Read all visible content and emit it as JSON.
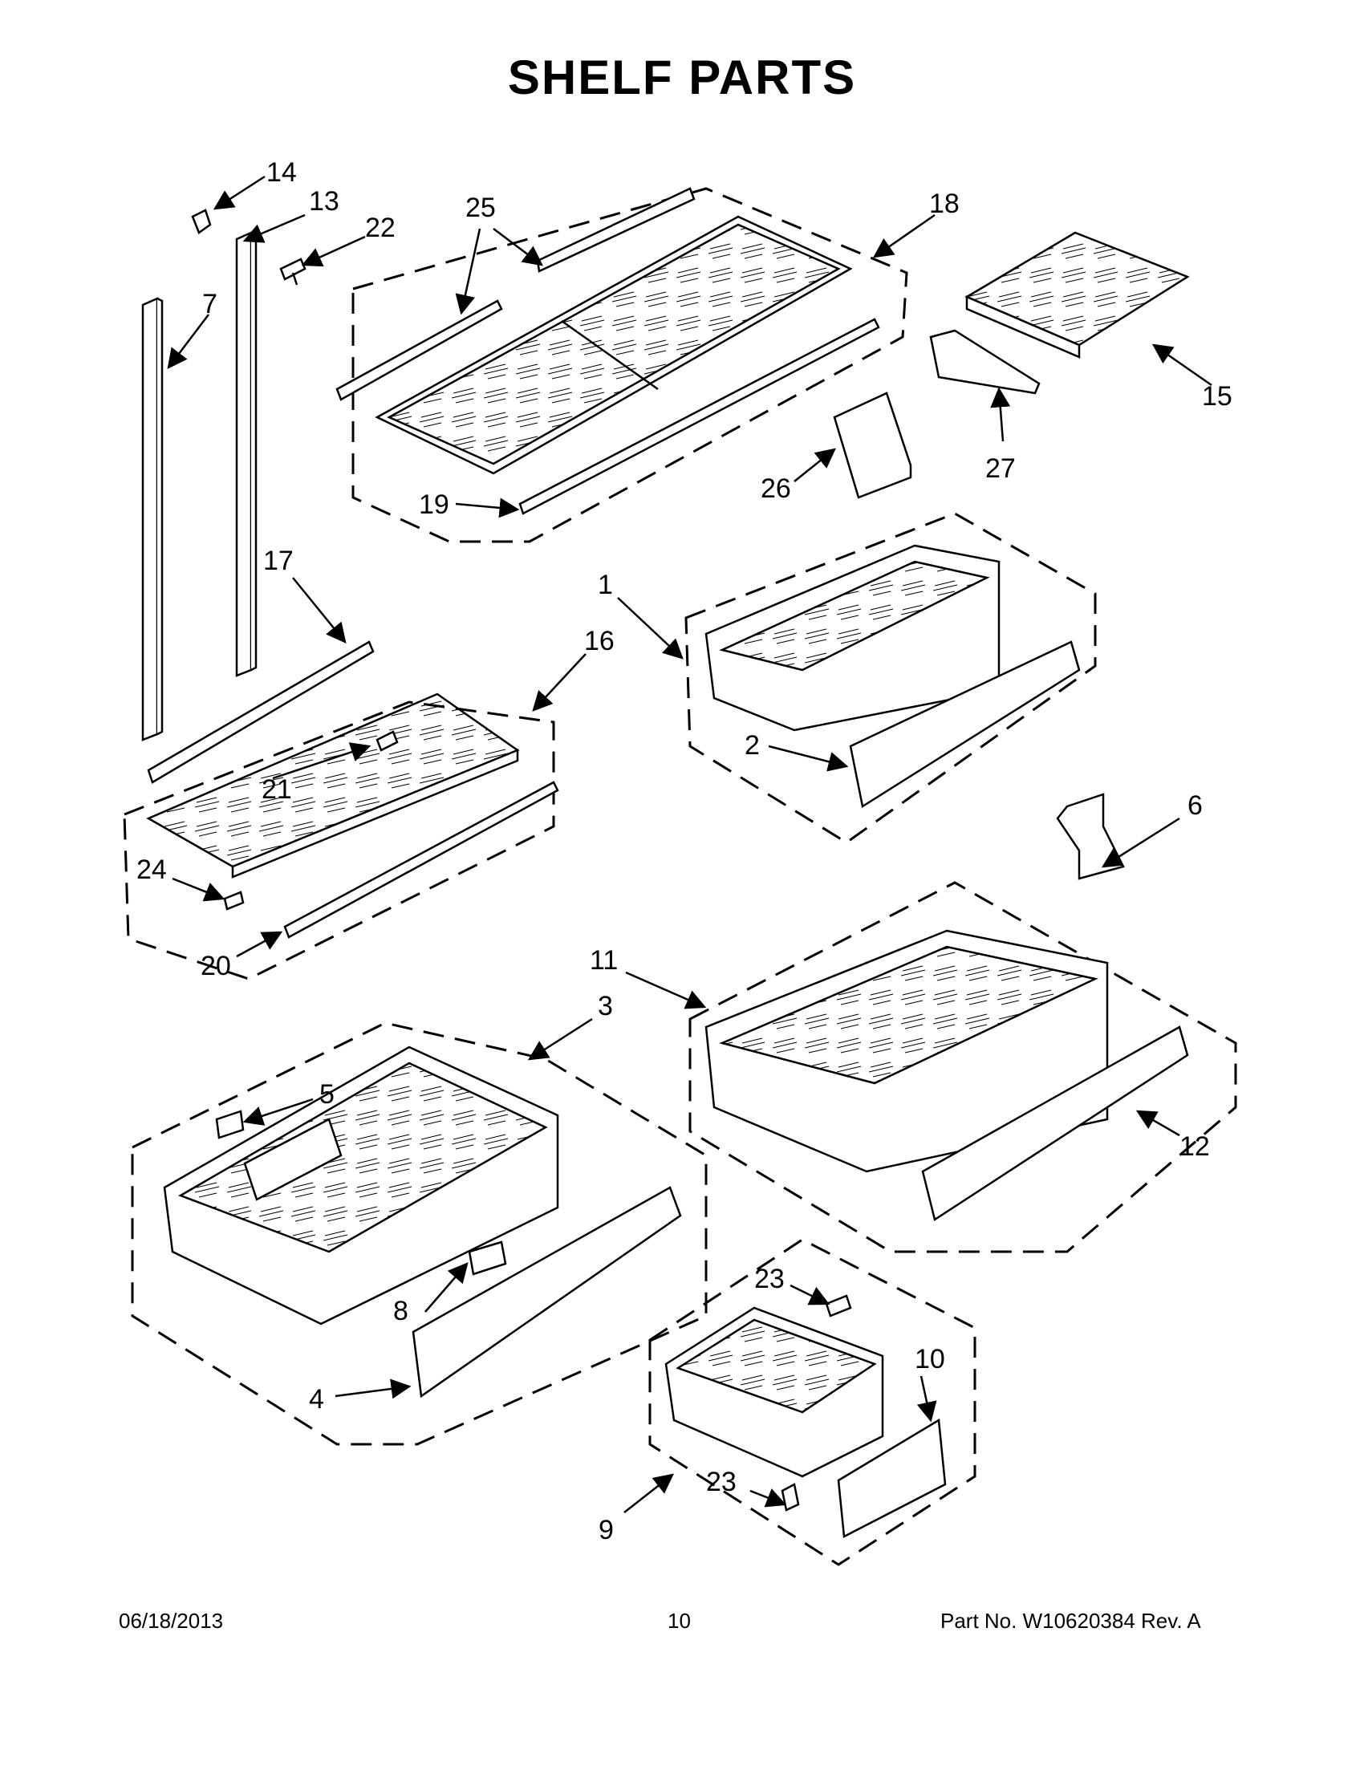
{
  "title": "SHELF PARTS",
  "callouts": [
    "1",
    "2",
    "3",
    "4",
    "5",
    "6",
    "7",
    "8",
    "9",
    "10",
    "11",
    "12",
    "13",
    "14",
    "15",
    "16",
    "17",
    "18",
    "19",
    "20",
    "21",
    "22",
    "23",
    "24",
    "25",
    "26",
    "27"
  ],
  "footer": {
    "date": "06/18/2013",
    "page": "10",
    "part_no": "Part No.  W10620384  Rev.  A"
  }
}
